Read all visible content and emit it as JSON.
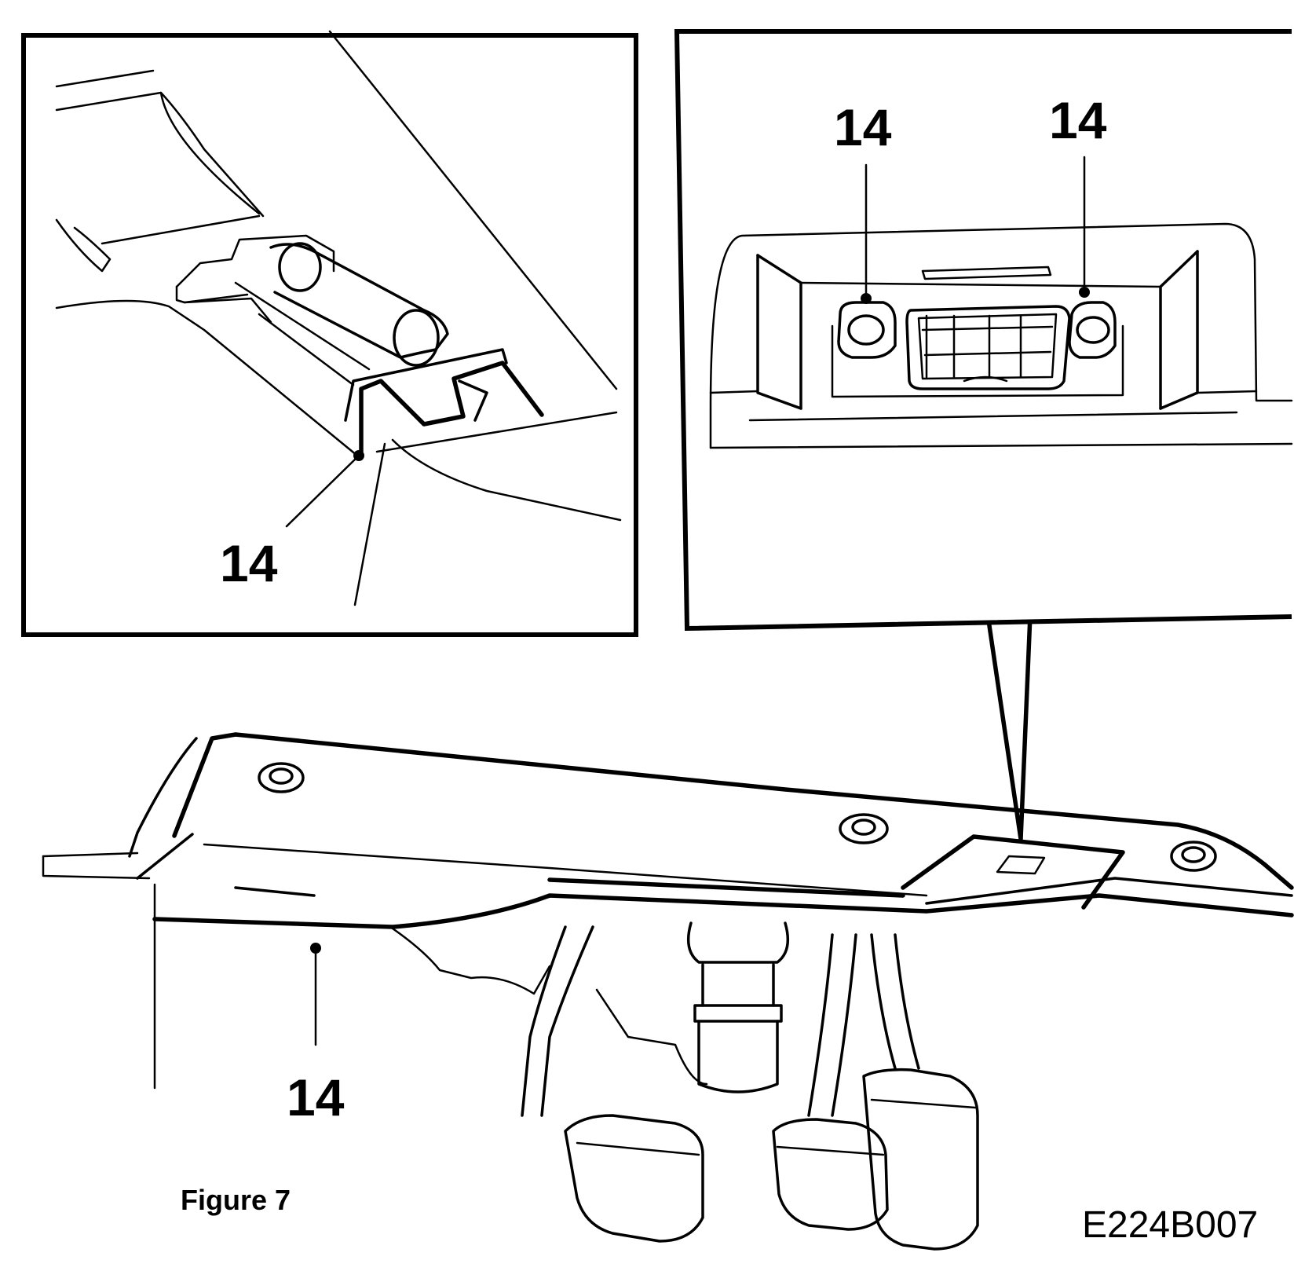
{
  "figure": {
    "caption": "Figure 7",
    "code": "E224B007"
  },
  "callouts": {
    "left_inset": "14",
    "right_inset_left": "14",
    "right_inset_right": "14",
    "main_view": "14"
  }
}
